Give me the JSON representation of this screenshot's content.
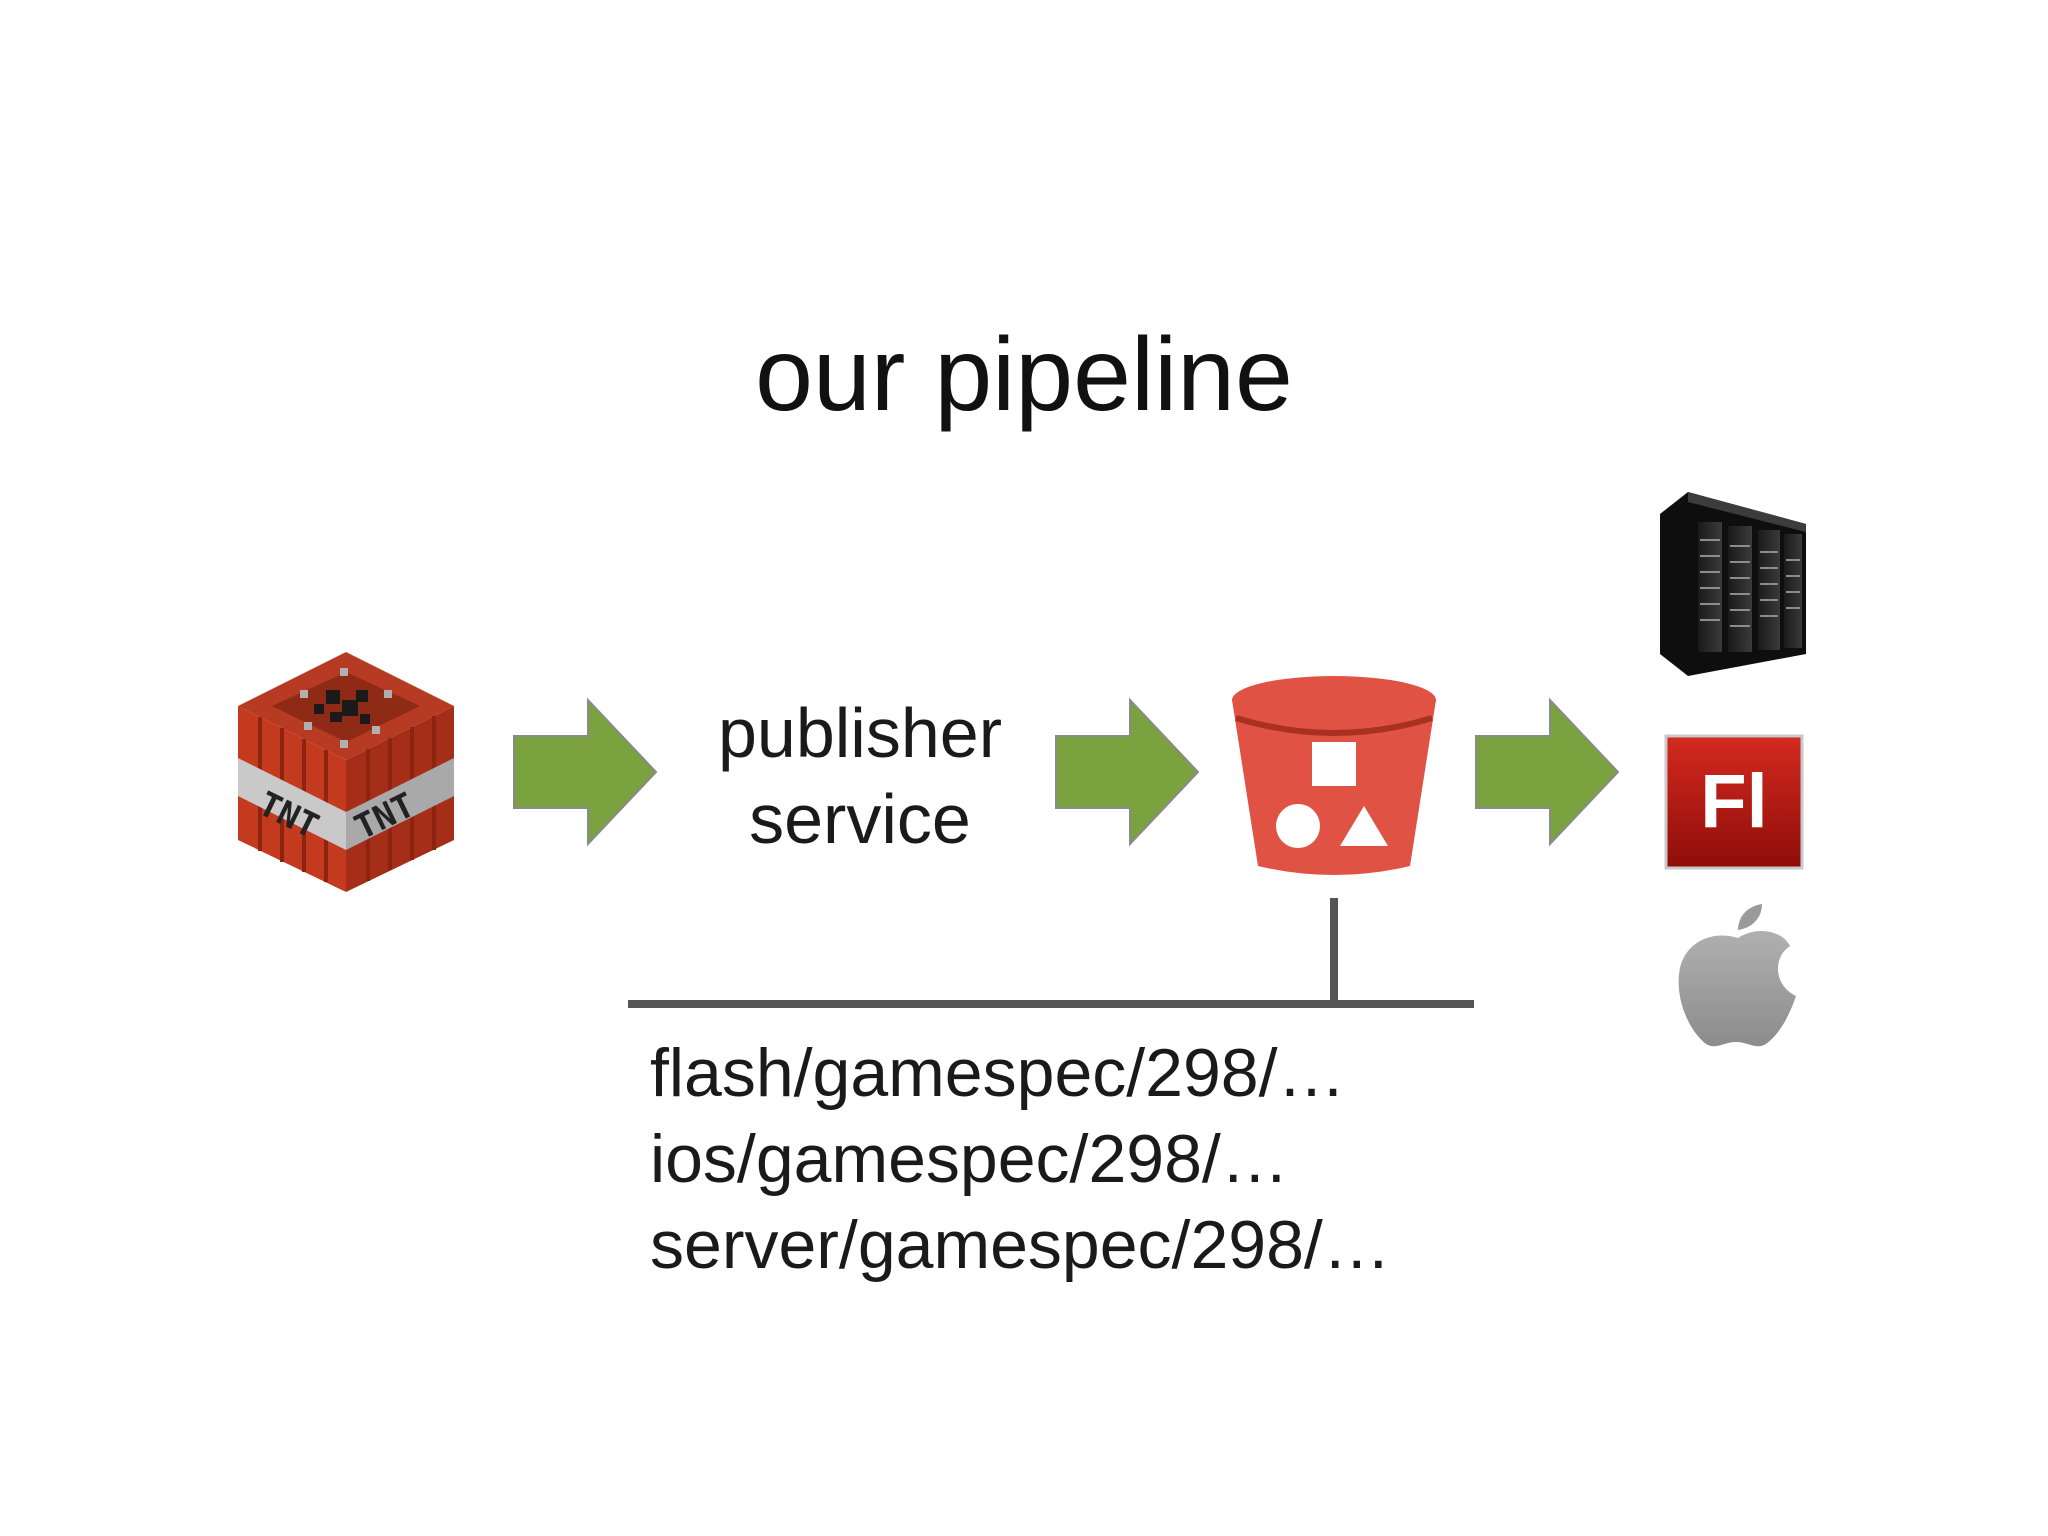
{
  "slide": {
    "title": "our pipeline"
  },
  "diagram": {
    "source_icon": "tnt-block-icon",
    "source_icon_text": "TNT",
    "service": {
      "line1": "publisher",
      "line2": "service"
    },
    "storage_icon": "s3-bucket-icon",
    "targets": [
      {
        "icon": "server-rack-icon"
      },
      {
        "icon": "adobe-flash-icon",
        "label": "Fl"
      },
      {
        "icon": "apple-logo-icon"
      }
    ],
    "paths": [
      "flash/gamespec/298/…",
      "ios/gamespec/298/…",
      "server/gamespec/298/…"
    ],
    "colors": {
      "arrow": "#7aa23f",
      "bucket": "#e05243",
      "tnt": "#c0391e",
      "flash": "#b0130f",
      "apple": "#9a9a9a",
      "connector": "#555555"
    }
  }
}
